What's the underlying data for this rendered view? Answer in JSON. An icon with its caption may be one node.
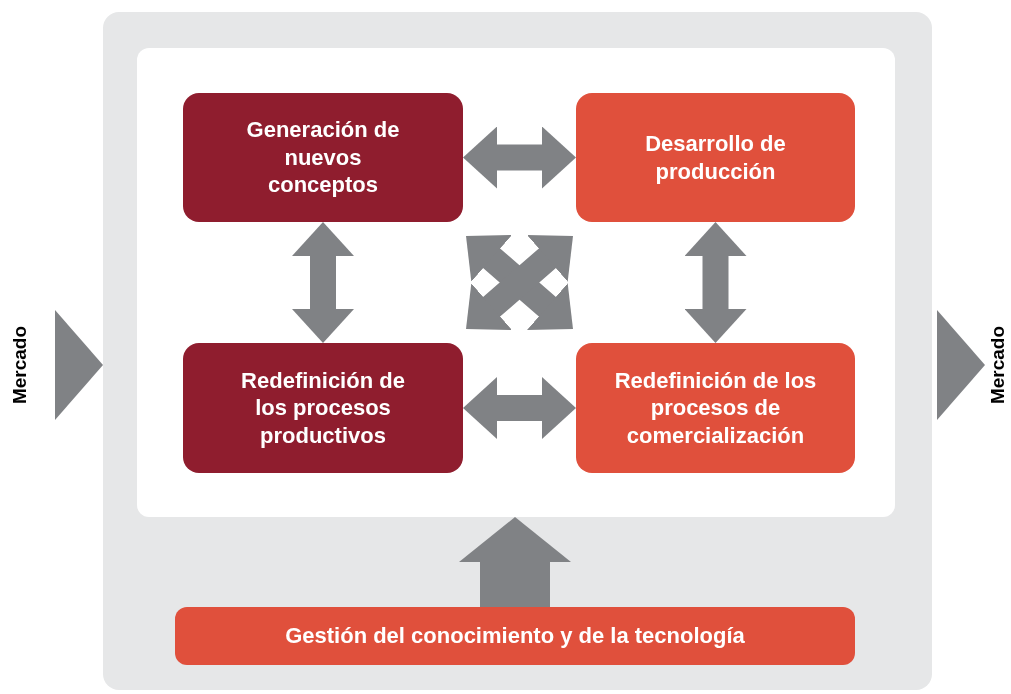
{
  "diagram": {
    "nodes": [
      {
        "text": [],
        "shape": "box"
      },
      {
        "text": [],
        "shape": "box",
        "in": 0
      },
      {
        "text": [
          "Generación de nuevos conceptos"
        ],
        "in": 1
      },
      {
        "text": [
          "Desarrollo de producción"
        ],
        "in": 1
      },
      {
        "text": [
          "Redefinición de los procesos productivos"
        ],
        "in": 1
      },
      {
        "text": [
          "Redefinición de los procesos de comercialización"
        ],
        "in": 1
      },
      {
        "text": [
          "Gestión del conocimiento y de la tecnología"
        ],
        "in": 0
      },
      {
        "text": [
          "Mercado"
        ]
      },
      {
        "text": [
          "Mercado"
        ]
      }
    ],
    "edges": [
      {
        "from": 2,
        "to": 3,
        "arrow": "both"
      },
      {
        "from": 2,
        "to": 4,
        "arrow": "both"
      },
      {
        "from": 3,
        "to": 5,
        "arrow": "both"
      },
      {
        "from": 4,
        "to": 5,
        "arrow": "both"
      },
      {
        "from": 2,
        "to": 5,
        "arrow": "both"
      },
      {
        "from": 3,
        "to": 4,
        "arrow": "both"
      },
      {
        "from": 7,
        "to": 0,
        "arrow": "to"
      },
      {
        "from": 0,
        "to": 8,
        "arrow": "to"
      },
      {
        "from": 6,
        "to": 1,
        "arrow": "to"
      }
    ]
  }
}
